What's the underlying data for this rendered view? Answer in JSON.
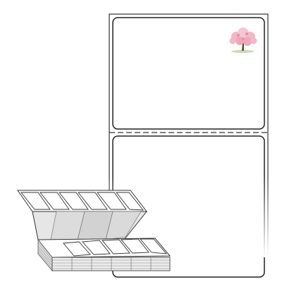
{
  "illustration": {
    "kind": "fanfold-label-product-image",
    "labels_across_top_strip": 6,
    "labels_across_bottom_strip": 6,
    "label_icon": "cherry-blossom-tree-icon"
  },
  "colors": {
    "background": "#ffffff",
    "liner_outline": "#333333",
    "label_outline": "#222222",
    "blossom_pink": "#f2b8c6",
    "blossom_deep": "#e48fa8",
    "trunk": "#6b4a3a",
    "grass": "#a9d18e",
    "fold_shade": "#d9d9d9",
    "fold_shade_dark": "#bfbfbf"
  }
}
